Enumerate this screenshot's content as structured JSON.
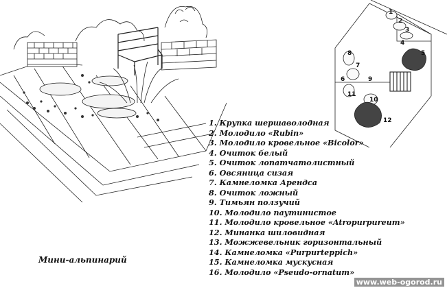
{
  "caption": "Мини-альпинарий",
  "legend": [
    {
      "num": "1.",
      "name": "Крупка шершаволодная"
    },
    {
      "num": "2.",
      "name": "Молодило «Rubin»"
    },
    {
      "num": "3.",
      "name": "Молодило кровельное «Bicolor»"
    },
    {
      "num": "4.",
      "name": "Очиток белый"
    },
    {
      "num": "5.",
      "name": "Очиток лопатчатолистный"
    },
    {
      "num": "6.",
      "name": "Овсяница сизая"
    },
    {
      "num": "7.",
      "name": "Камнеломка Арендса"
    },
    {
      "num": "8.",
      "name": "Очиток ложный"
    },
    {
      "num": "9.",
      "name": "Тимьян ползучий"
    },
    {
      "num": "10.",
      "name": "Молодило паутинистое"
    },
    {
      "num": "11.",
      "name": "Молодило кровельное «Atropurpureum»"
    },
    {
      "num": "12.",
      "name": "Минанка шиловидная"
    },
    {
      "num": "13.",
      "name": "Можжевельник горизонтальный"
    },
    {
      "num": "14.",
      "name": "Камнеломка «Purpurteppich»"
    },
    {
      "num": "15.",
      "name": "Камнеломка мускусная"
    },
    {
      "num": "16.",
      "name": "Молодило «Pseudo-ornatum»"
    }
  ],
  "plan_labels": [
    "1",
    "2",
    "3",
    "4",
    "5",
    "6",
    "7",
    "8",
    "9",
    "10",
    "11",
    "12"
  ],
  "watermark": "www.web-ogorod.ru"
}
